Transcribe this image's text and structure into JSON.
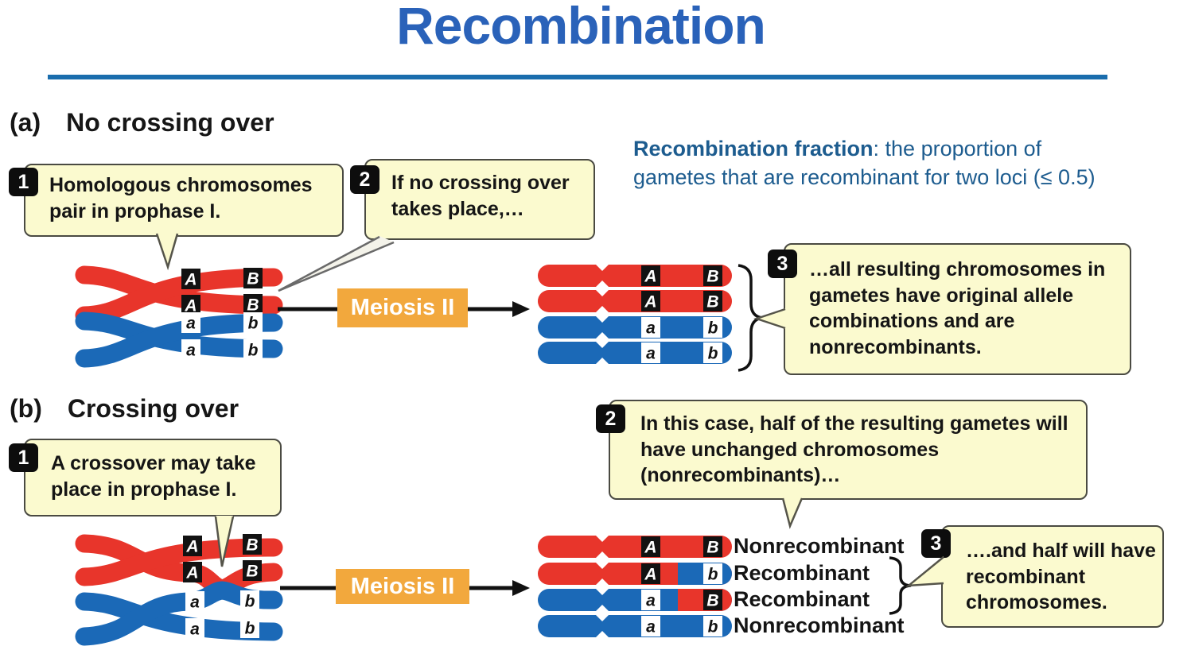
{
  "title": "Recombination",
  "definition": {
    "term": "Recombination fraction",
    "line1_rest": ": the proportion of",
    "line2": "gametes that are recombinant for two loci (≤ 0.5)"
  },
  "section_a": {
    "label": "(a)",
    "heading": "No crossing over",
    "callouts": {
      "c1": {
        "num": "1",
        "text": "Homologous chromosomes pair in prophase I."
      },
      "c2": {
        "num": "2",
        "text": "If no crossing over takes place,…"
      },
      "c3": {
        "num": "3",
        "text": "…all resulting chromosomes in gametes have original allele combinations and are nonrecombinants."
      }
    },
    "meiosis_label": "Meiosis II"
  },
  "section_b": {
    "label": "(b)",
    "heading": "Crossing over",
    "callouts": {
      "c1": {
        "num": "1",
        "text": "A crossover may take place in prophase I."
      },
      "c2": {
        "num": "2",
        "text": "In this case, half of the resulting gametes will have unchanged chromosomes (nonrecombinants)…"
      },
      "c3": {
        "num": "3",
        "text": "….and half will have recombinant chromosomes."
      }
    },
    "meiosis_label": "Meiosis II",
    "results": [
      "Nonrecombinant",
      "Recombinant",
      "Recombinant",
      "Nonrecombinant"
    ]
  },
  "alleles": {
    "A": "A",
    "B": "B",
    "a": "a",
    "b": "b"
  },
  "colors": {
    "title_blue": "#2a62b9",
    "rule_blue": "#1a6dad",
    "definition_blue": "#1d5c8f",
    "chromosome_red": "#e8352b",
    "chromosome_blue": "#1b69b7",
    "meiosis_orange": "#f2a83d",
    "callout_bg": "#fbfacf",
    "callout_border": "#4a4a42"
  }
}
